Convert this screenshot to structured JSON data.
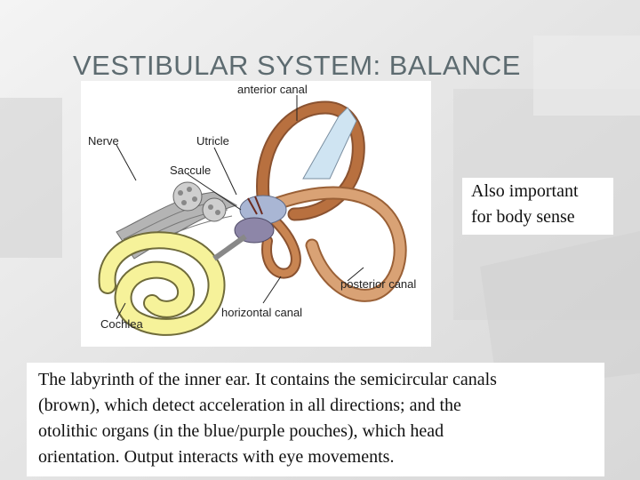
{
  "slide": {
    "title": "VESTIBULAR SYSTEM: BALANCE"
  },
  "figure": {
    "labels": {
      "anterior_canal": "anterior canal",
      "nerve": "Nerve",
      "utricle": "Utricle",
      "saccule": "Saccule",
      "posterior_canal": "posterior canal",
      "horizontal_canal": "horizontal canal",
      "cochlea": "Cochlea"
    },
    "colors": {
      "canal_brown": "#b8703f",
      "canal_light": "#d9a275",
      "pouch_blue": "#a9b6d4",
      "pouch_purple": "#8d86a8",
      "cochlea_yellow": "#f6f29a",
      "nerve_gray": "#a4a4a4"
    }
  },
  "side_note": {
    "lines": [
      "Also important",
      "for body sense"
    ]
  },
  "caption": {
    "lines": [
      "The labyrinth of the inner ear. It contains the semicircular canals",
      "(brown), which detect acceleration in all directions; and the",
      "otolithic organs (in the blue/purple pouches), which head",
      "orientation. Output interacts with eye movements."
    ]
  }
}
